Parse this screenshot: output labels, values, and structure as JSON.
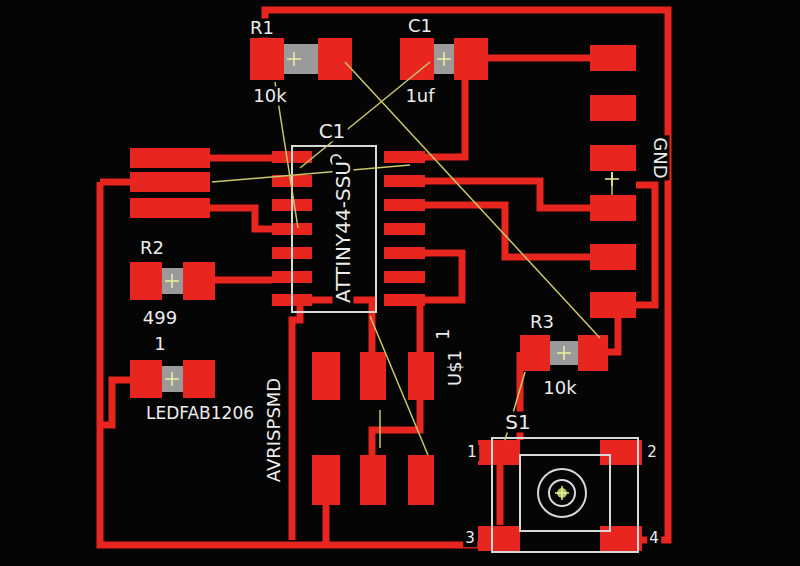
{
  "diagram": {
    "labels": [
      "R1",
      "10k",
      "C1",
      "1uf",
      "C1",
      "ATTINY44-SSU",
      "GND",
      "R2",
      "499",
      "1",
      "LEDFAB1206",
      "AVRISPSMD",
      "U$1",
      "1",
      "R3",
      "10k",
      "S1",
      "1",
      "2",
      "3",
      "4"
    ]
  }
}
